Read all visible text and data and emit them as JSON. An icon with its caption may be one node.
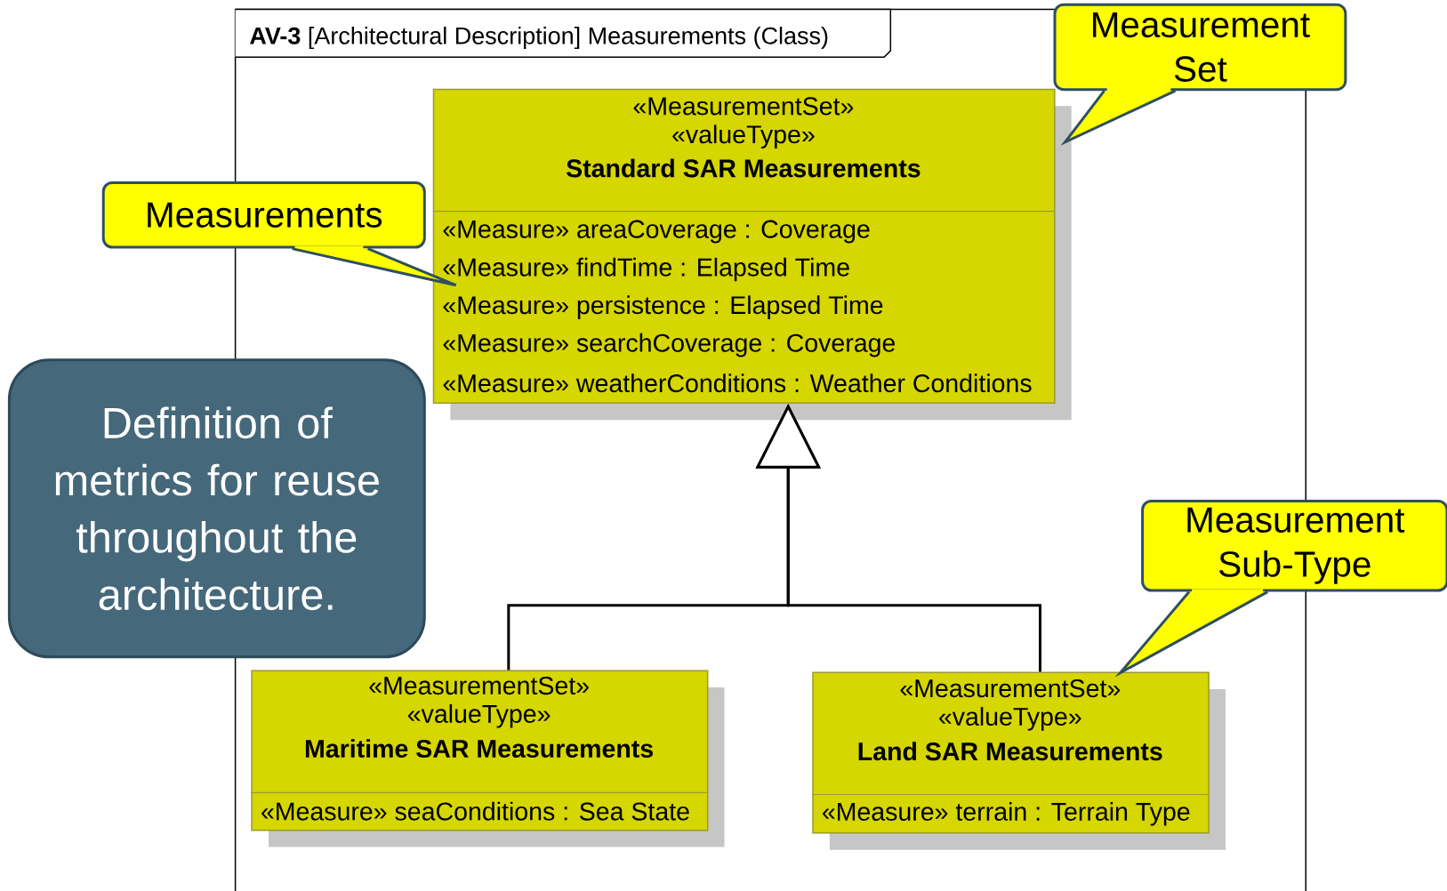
{
  "diagram": {
    "nodes": [
      {
        "text": [
          "**AV-3** [Architectural Description] Measurements (Class)"
        ]
      },
      {
        "text": [
          "«MeasurementSet»",
          "«valueType»",
          "Standard SAR Measurements",
          "«Measure» areaCoverage : Coverage",
          "«Measure» findTime : Elapsed Time",
          "«Measure» persistence : Elapsed Time",
          "«Measure» searchCoverage : Coverage",
          "«Measure» weatherConditions : Weather Conditions"
        ],
        "in": 0
      },
      {
        "text": [
          "«MeasurementSet»",
          "«valueType»",
          "Maritime SAR Measurements",
          "«Measure» seaConditions : Sea State"
        ],
        "in": 0
      },
      {
        "text": [
          "«MeasurementSet»",
          "«valueType»",
          "Land SAR Measurements",
          "«Measure» terrain : Terrain Type"
        ],
        "in": 0
      },
      {
        "text": [
          "Measurement Set"
        ]
      },
      {
        "text": [
          "Measurements"
        ]
      },
      {
        "text": [
          "Measurement Sub-Type"
        ]
      },
      {
        "text": [
          "Definition of metrics for reuse throughout the architecture."
        ]
      }
    ],
    "edges": [
      {
        "from": 2,
        "to": 1,
        "arrow": "to"
      },
      {
        "from": 3,
        "to": 1,
        "arrow": "to"
      },
      {
        "from": 4,
        "to": 1,
        "arrow": "none"
      },
      {
        "from": 5,
        "to": 1,
        "arrow": "none"
      },
      {
        "from": 6,
        "to": 3,
        "arrow": "none"
      }
    ]
  }
}
